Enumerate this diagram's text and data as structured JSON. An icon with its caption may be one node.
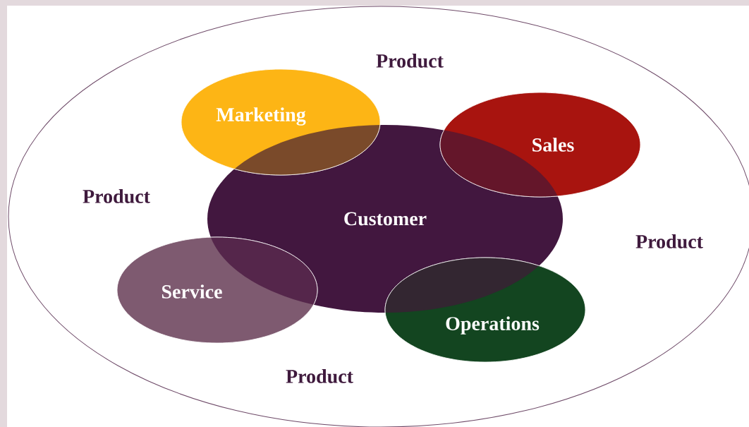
{
  "diagram": {
    "nodes": [
      {
        "text": [],
        "shape": "ellipse"
      },
      {
        "text": [
          "Marketing"
        ],
        "in": 0
      },
      {
        "text": [
          "Sales"
        ],
        "in": 0
      },
      {
        "text": [
          "Customer"
        ],
        "in": 0
      },
      {
        "text": [
          "Service"
        ],
        "in": 0
      },
      {
        "text": [
          "Operations"
        ],
        "in": 0
      }
    ],
    "labels": [
      "Product",
      "Product",
      "Product",
      "Product"
    ]
  }
}
